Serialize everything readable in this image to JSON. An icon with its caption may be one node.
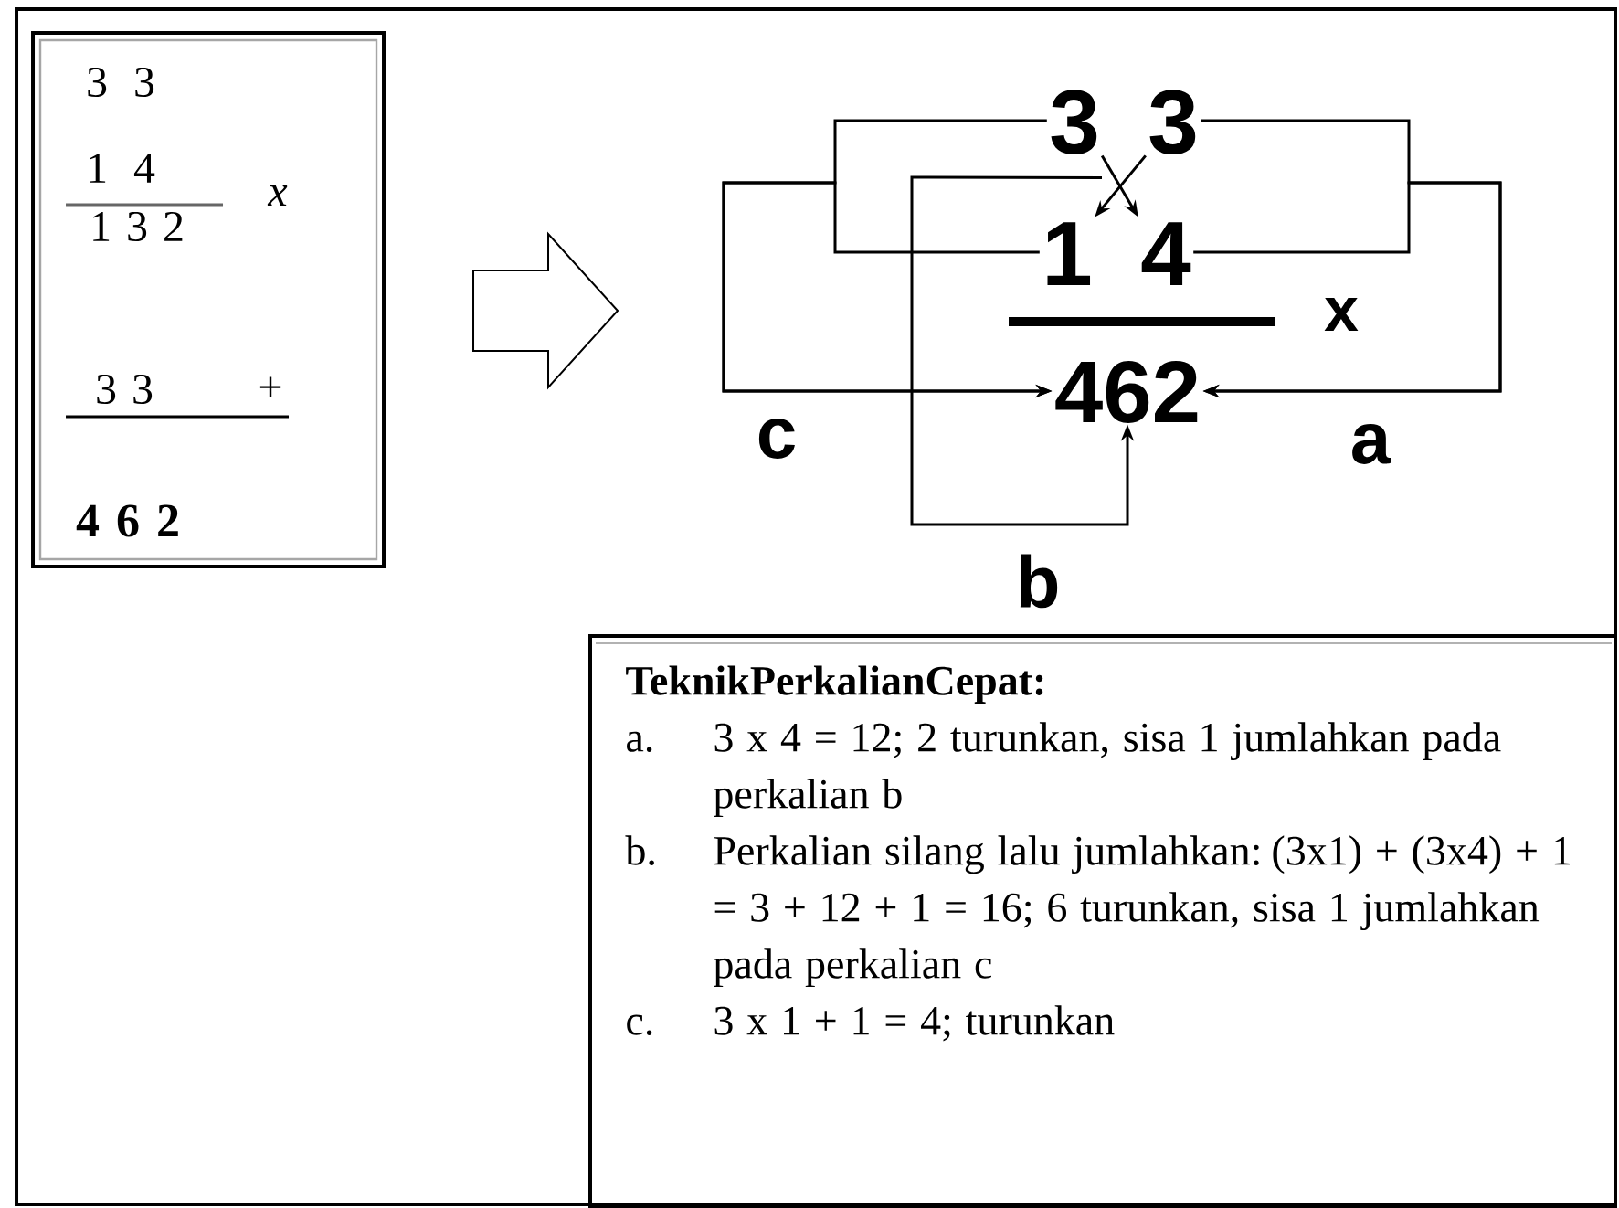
{
  "diagram": {
    "nodes": [
      {
        "text": [
          "3 3",
          "1 4",
          "x",
          "1 3 2",
          "3 3",
          "+",
          "4 6 2"
        ]
      },
      {
        "text": [
          "3"
        ]
      },
      {
        "text": [
          "3"
        ]
      },
      {
        "text": [
          "1"
        ]
      },
      {
        "text": [
          "4"
        ]
      },
      {
        "text": [
          "462"
        ]
      },
      {
        "text": [
          "TeknikPerkalianCepat:",
          "a.",
          "3 x 4 = 12; 2 turunkan, sisa 1 jumlahkan pada perkalian b",
          "b.",
          "Perkalian silang lalu jumlahkan: (3x1) + (3x4) + 1 = 3 + 12 + 1 = 16; 6 turunkan, sisa 1 jumlahkan pada perkalian c",
          "c.",
          "3 x 1 + 1 = 4; turunkan"
        ]
      }
    ],
    "edges": [
      {
        "from": 1,
        "to": 4,
        "arrow": "to"
      },
      {
        "from": 2,
        "to": 3,
        "arrow": "to"
      },
      {
        "from": 1,
        "to": 5,
        "arrow": "to",
        "label": "c"
      },
      {
        "from": 3,
        "to": 5,
        "arrow": "to"
      },
      {
        "from": 2,
        "to": 5,
        "arrow": "to",
        "label": "a"
      },
      {
        "from": 4,
        "to": 5,
        "arrow": "to"
      },
      {
        "from": 1,
        "to": 5,
        "arrow": "to",
        "label": "b"
      }
    ],
    "labels": [
      "x"
    ]
  }
}
